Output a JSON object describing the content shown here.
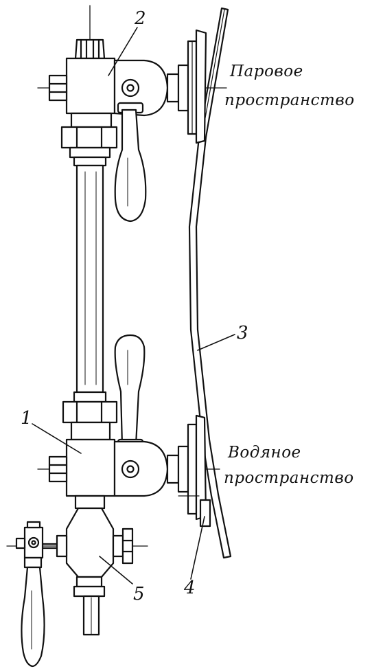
{
  "callouts": [
    {
      "id": "1",
      "text": "1"
    },
    {
      "id": "2",
      "text": "2"
    },
    {
      "id": "3",
      "text": "3"
    },
    {
      "id": "4",
      "text": "4"
    },
    {
      "id": "5",
      "text": "5"
    }
  ],
  "captions": {
    "steam_line1": "Паровое",
    "steam_line2": "пространство",
    "water_line1": "Водяное",
    "water_line2": "пространство"
  },
  "colors": {
    "ink": "#111111",
    "paper": "#ffffff"
  }
}
